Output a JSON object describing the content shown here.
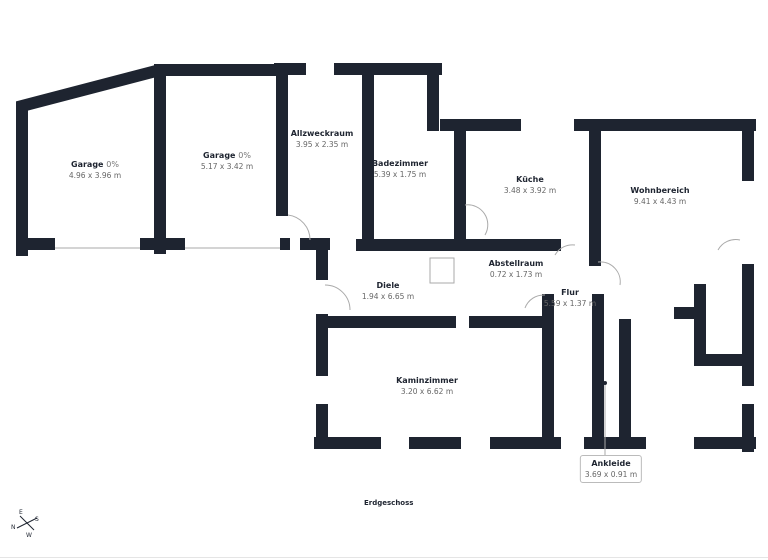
{
  "floor_name": "Erdgeschoss",
  "wall_color": "#1e2430",
  "rooms": [
    {
      "name": "Garage",
      "suffix": "0%",
      "dims": "4.96 x 3.96 m"
    },
    {
      "name": "Garage",
      "suffix": "0%",
      "dims": "5.17 x 3.42 m"
    },
    {
      "name": "Allzweckraum",
      "dims": "3.95 x 2.35 m"
    },
    {
      "name": "Badezimmer",
      "dims": "5.39 x 1.75 m"
    },
    {
      "name": "Küche",
      "dims": "3.48 x 3.92 m"
    },
    {
      "name": "Wohnbereich",
      "dims": "9.41 x 4.43 m"
    },
    {
      "name": "Abstellraum",
      "dims": "0.72 x 1.73 m"
    },
    {
      "name": "Diele",
      "dims": "1.94 x 6.65 m"
    },
    {
      "name": "Flur",
      "dims": "5.59 x 1.37 m"
    },
    {
      "name": "Kaminzimmer",
      "dims": "3.20 x 6.62 m"
    },
    {
      "name": "Ankleide",
      "dims": "3.69 x 0.91 m"
    }
  ],
  "compass": {
    "n": "N",
    "e": "E",
    "s": "S",
    "w": "W"
  }
}
